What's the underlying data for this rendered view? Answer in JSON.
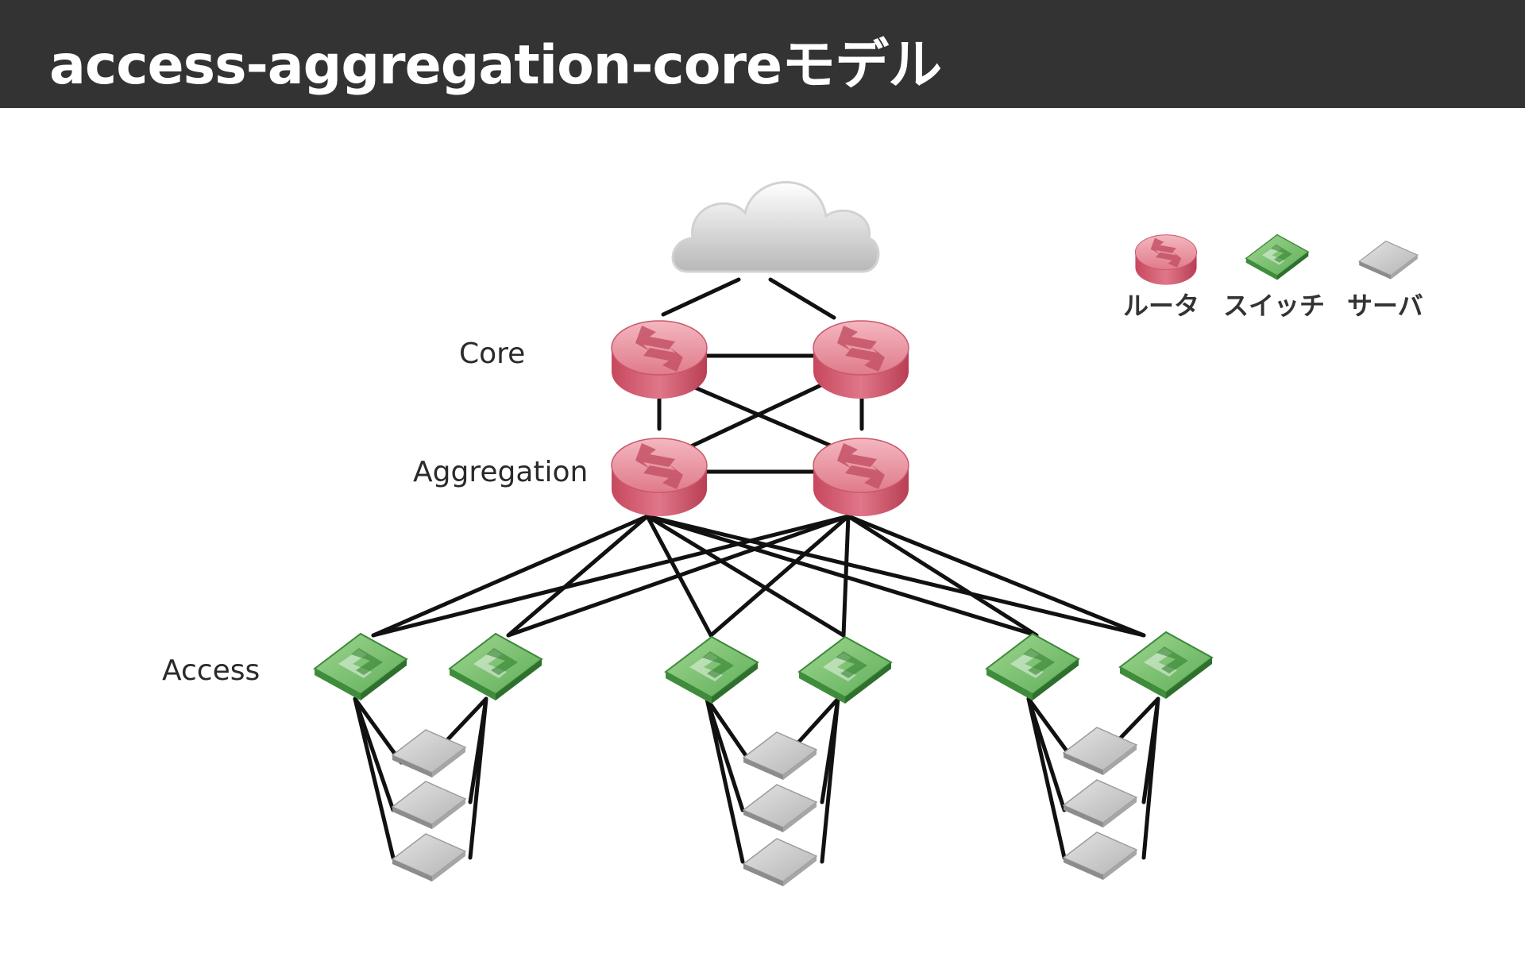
{
  "title": "access-aggregation-coreモデル",
  "tiers": {
    "core": "Core",
    "aggregation": "Aggregation",
    "access": "Access"
  },
  "legend": {
    "router": "ルータ",
    "switch": "スイッチ",
    "server": "サーバ"
  },
  "colors": {
    "header_bg": "#333333",
    "router": "#d9667a",
    "switch": "#5fae5a",
    "server": "#b4b4b4",
    "link": "#111111"
  },
  "icons": {
    "internet": "cloud-icon",
    "router": "router-icon",
    "switch": "switch-icon",
    "server": "server-icon"
  }
}
